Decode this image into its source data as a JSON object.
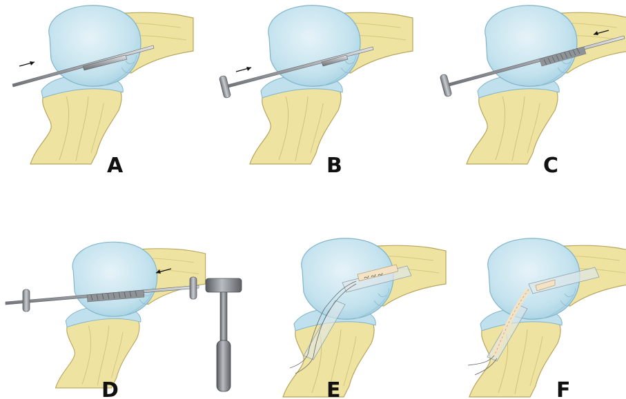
{
  "figure": {
    "panels": [
      {
        "id": "A",
        "label": "A"
      },
      {
        "id": "B",
        "label": "B"
      },
      {
        "id": "C",
        "label": "C"
      },
      {
        "id": "D",
        "label": "D"
      },
      {
        "id": "E",
        "label": "E"
      },
      {
        "id": "F",
        "label": "F"
      }
    ]
  },
  "colors": {
    "bone_fill": "#efe3a2",
    "bone_stroke": "#b7a45c",
    "bone_shade": "#dccc82",
    "cartilage_fill": "#bfe0ec",
    "cartilage_stroke": "#7fb3c8",
    "cartilage_light": "#e3f1f6",
    "metal_dark": "#6f7378",
    "metal_mid": "#9ea3a8",
    "metal_light": "#d9dcdf",
    "graft": "#f3e3c4",
    "arrow": "#111111"
  }
}
